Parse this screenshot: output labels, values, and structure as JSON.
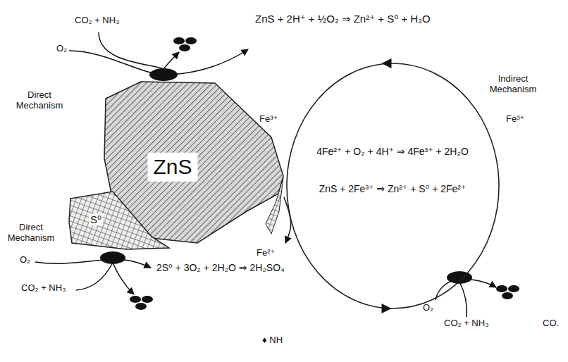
{
  "diagram": {
    "nodes": [
      {
        "text": [
          "ZnS"
        ]
      },
      {
        "text": [
          "S⁰"
        ]
      },
      {
        "text": [
          "Indirect Mechanism",
          "4Fe²⁺ + O₂ + 4H⁺ ⇒ 4Fe³⁺ + 2H₂O",
          "ZnS + 2Fe³⁺ ⇒ Zn²⁺ + S⁰ + 2Fe²⁺"
        ]
      }
    ],
    "edges": [
      {
        "from": 0,
        "to": 2,
        "arrow": "to"
      }
    ],
    "labels": [
      "CO₂ + NH₃",
      "O₂",
      "Direct Mechanism",
      "ZnS + 2H⁺ + ½O₂ ⇒ Zn²⁺ + S⁰ + H₂O",
      "Fe³⁺",
      "Fe³⁺",
      "Direct Mechanism",
      "Fe²⁺",
      "O₂",
      "2S⁰ + 3O₂ + 2H₂O ⇒ 2H₂SO₄",
      "CO₂ + NH₃",
      "O₂",
      "CO₂ + NH₃",
      "CO.",
      "♦ NH"
    ]
  }
}
